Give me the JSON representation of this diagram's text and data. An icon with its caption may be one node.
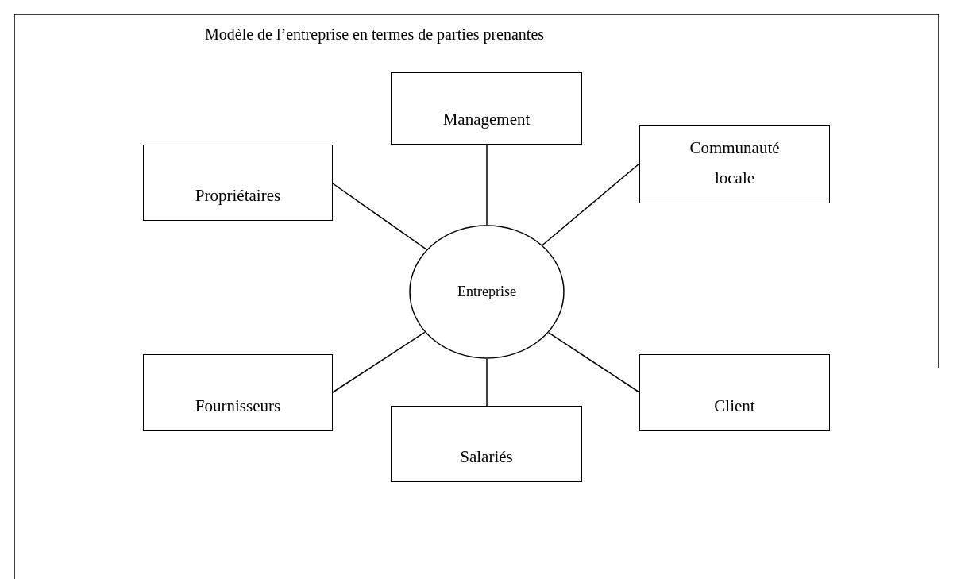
{
  "diagram": {
    "title": "Modèle de l’entreprise en termes de parties prenantes",
    "nodes": [
      {
        "text": [
          "Management"
        ]
      },
      {
        "text": [
          "Communauté locale"
        ]
      },
      {
        "text": [
          "Propriétaires"
        ]
      },
      {
        "text": [
          "Entreprise"
        ]
      },
      {
        "text": [
          "Fournisseurs"
        ]
      },
      {
        "text": [
          "Client"
        ]
      },
      {
        "text": [
          "Salariés"
        ]
      }
    ],
    "edges": [
      {
        "from": 3,
        "to": 0,
        "arrow": "none"
      },
      {
        "from": 3,
        "to": 1,
        "arrow": "none"
      },
      {
        "from": 3,
        "to": 2,
        "arrow": "none"
      },
      {
        "from": 3,
        "to": 4,
        "arrow": "none"
      },
      {
        "from": 3,
        "to": 5,
        "arrow": "none"
      },
      {
        "from": 3,
        "to": 6,
        "arrow": "none"
      }
    ]
  }
}
